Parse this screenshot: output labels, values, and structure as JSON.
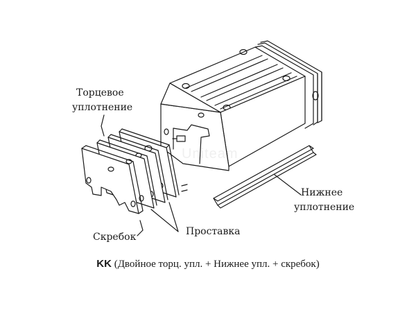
{
  "labels": {
    "end_seal_line1": "Торцевое",
    "end_seal_line2": "уплотнение",
    "bottom_seal_line1": "Нижнее",
    "bottom_seal_line2": "уплотнение",
    "scraper": "Скребок",
    "spacer": "Проставка"
  },
  "caption": {
    "code": "KK",
    "text": "(Двойное торц. упл. + Нижнее упл. + скребок)"
  },
  "watermark": "Uniteam",
  "colors": {
    "line": "#1a1a1a",
    "fill": "#ffffff",
    "shade": "#eeeeee"
  }
}
